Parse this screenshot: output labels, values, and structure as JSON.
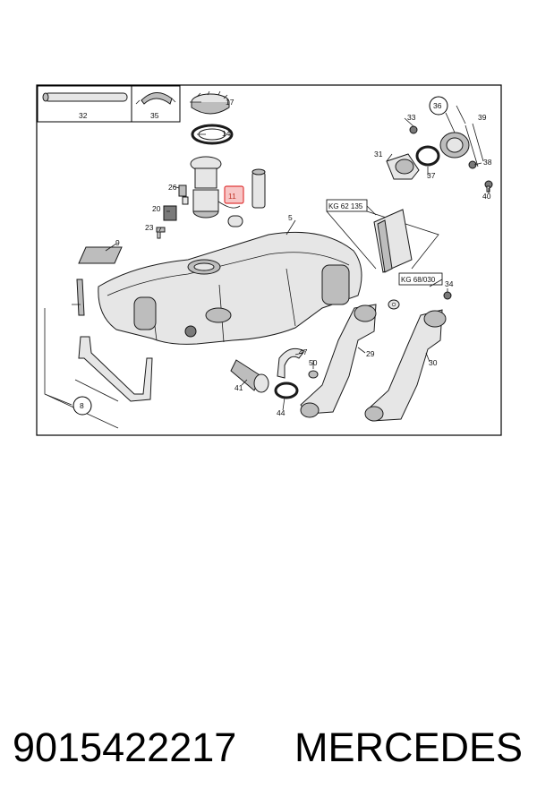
{
  "labels": {
    "l32": "32",
    "l35": "35",
    "l17": "17",
    "l14": "14",
    "l26": "26",
    "l11": "11",
    "l20": "20",
    "l23": "23",
    "l5": "5",
    "l9": "9",
    "l33": "33",
    "l36": "36",
    "l39": "39",
    "l31": "31",
    "l37": "37",
    "l38": "38",
    "l40": "40",
    "l34": "34",
    "l47": "47",
    "l50": "50",
    "l41": "41",
    "l44": "44",
    "l29": "29",
    "l30": "30",
    "l8": "8"
  },
  "boxes": {
    "kg1": "KG 62 135",
    "kg2": "KG 68/030"
  },
  "caption": {
    "part_number": "9015422217",
    "brand": "MERCEDES"
  },
  "colors": {
    "highlight": "#e03a3a",
    "highlight_fill": "#f7c6c6"
  }
}
